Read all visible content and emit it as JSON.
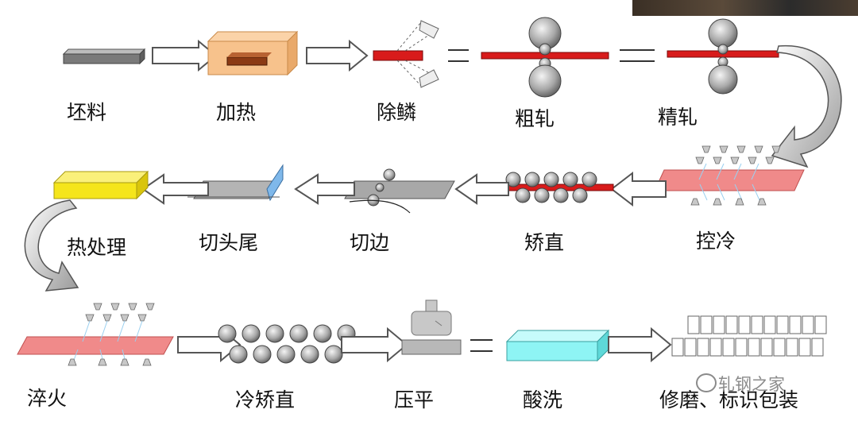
{
  "steps": [
    {
      "label": "坯料"
    },
    {
      "label": "加热"
    },
    {
      "label": "除鳞"
    },
    {
      "label": "粗轧"
    },
    {
      "label": "精轧"
    },
    {
      "label": "控冷"
    },
    {
      "label": "矫直"
    },
    {
      "label": "切边"
    },
    {
      "label": "切头尾"
    },
    {
      "label": "热处理"
    },
    {
      "label": "淬火"
    },
    {
      "label": "冷矫直"
    },
    {
      "label": "压平"
    },
    {
      "label": "酸洗"
    },
    {
      "label": "修磨、标识包装"
    }
  ],
  "watermark": {
    "text": "轧钢之家"
  },
  "colors": {
    "arrow_fill": "#ffffff",
    "arrow_stroke": "#555555",
    "plate_red": "#d81b1b",
    "plate_pink": "#f08a8a",
    "heating_box": "#f7c28c",
    "heat_treat_box": "#f5e51b",
    "pickling_box": "#8ef4f4",
    "roll_gray": "#9a9a9a"
  },
  "icons": [
    "process-arrow-icon",
    "roller-icon",
    "spray-nozzle-icon",
    "shear-blade-icon"
  ]
}
